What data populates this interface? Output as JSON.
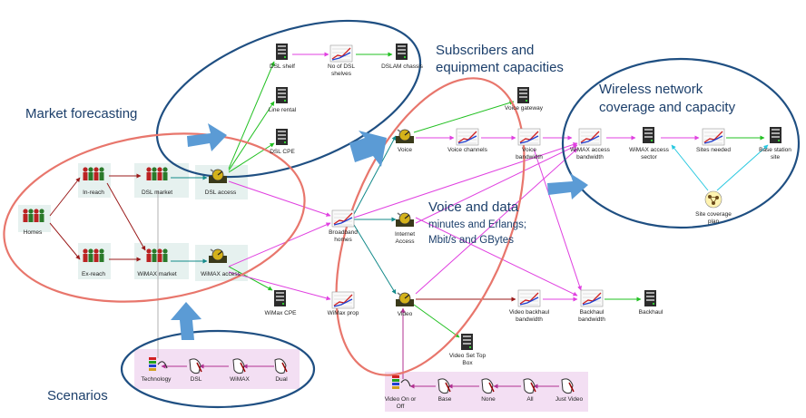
{
  "titles": {
    "subscribers": "Subscribers and",
    "subscribers_2": "equipment capacities",
    "wireless": "Wireless network",
    "wireless_2": "coverage and capacity",
    "market": "Market forecasting",
    "voice_data": "Voice and data",
    "voice_data_2": "minutes and Erlangs;",
    "voice_data_3": "Mbit/s and GBytes",
    "scenarios": "Scenarios"
  },
  "nodes": {
    "dsl_shelf": "DSL shelf",
    "no_dsl_shelves": "No of DSL",
    "no_dsl_shelves_2": "shelves",
    "dslam_chassis": "DSLAM chassis",
    "line_rental": "Line rental",
    "dsl_cpe": "DSL CPE",
    "homes": "Homes",
    "in_reach": "In-reach",
    "ex_reach": "Ex-reach",
    "dsl_market": "DSL market",
    "wimax_market": "WiMAX market",
    "dsl_access": "DSL access",
    "wimax_access": "WiMAX access",
    "wimax_cpe": "WiMax CPE",
    "wimax_prop": "WiMax prop",
    "broadband_homes": "Broadband",
    "broadband_homes_2": "homes",
    "voice": "Voice",
    "internet_access": "Internet",
    "internet_access_2": "Access",
    "video": "Video",
    "voice_gateway": "Voice gateway",
    "voice_channels": "Voice channels",
    "voice_bandwidth": "Voice",
    "voice_bandwidth_2": "bandwidth",
    "wimax_access_bandwidth": "WiMAX access",
    "wimax_access_bandwidth_2": "bandwidth",
    "wimax_access_sector": "WiMAX access",
    "wimax_access_sector_2": "sector",
    "sites_needed": "Sites needed",
    "base_station_site": "Base station",
    "base_station_site_2": "site",
    "site_coverage_plan": "Site coverage",
    "site_coverage_plan_2": "plan",
    "video_backhaul_bandwidth": "Video backhaul",
    "video_backhaul_bandwidth_2": "bandwidth",
    "backhaul_bandwidth": "Backhaul",
    "backhaul_bandwidth_2": "bandwidth",
    "backhaul": "Backhaul",
    "video_set_top_box": "Video Set Top",
    "video_set_top_box_2": "Box",
    "technology": "Technology",
    "dsl": "DSL",
    "wimax": "WiMAX",
    "dual": "Dual",
    "video_on_off": "Video On or",
    "video_on_off_2": "Off",
    "base": "Base",
    "none": "None",
    "all": "All",
    "just_video": "Just Video"
  },
  "colors": {
    "ellipse_blue": "#1f4f82",
    "ellipse_red": "#e8766c",
    "block_arrow": "#5b9bd5",
    "link_pink": "#e040e0",
    "link_green": "#22c022",
    "link_darkred": "#9a1a1a",
    "link_teal": "#138a8a",
    "link_cyan": "#28c8e0",
    "scenario_band": "#f3dff3"
  }
}
